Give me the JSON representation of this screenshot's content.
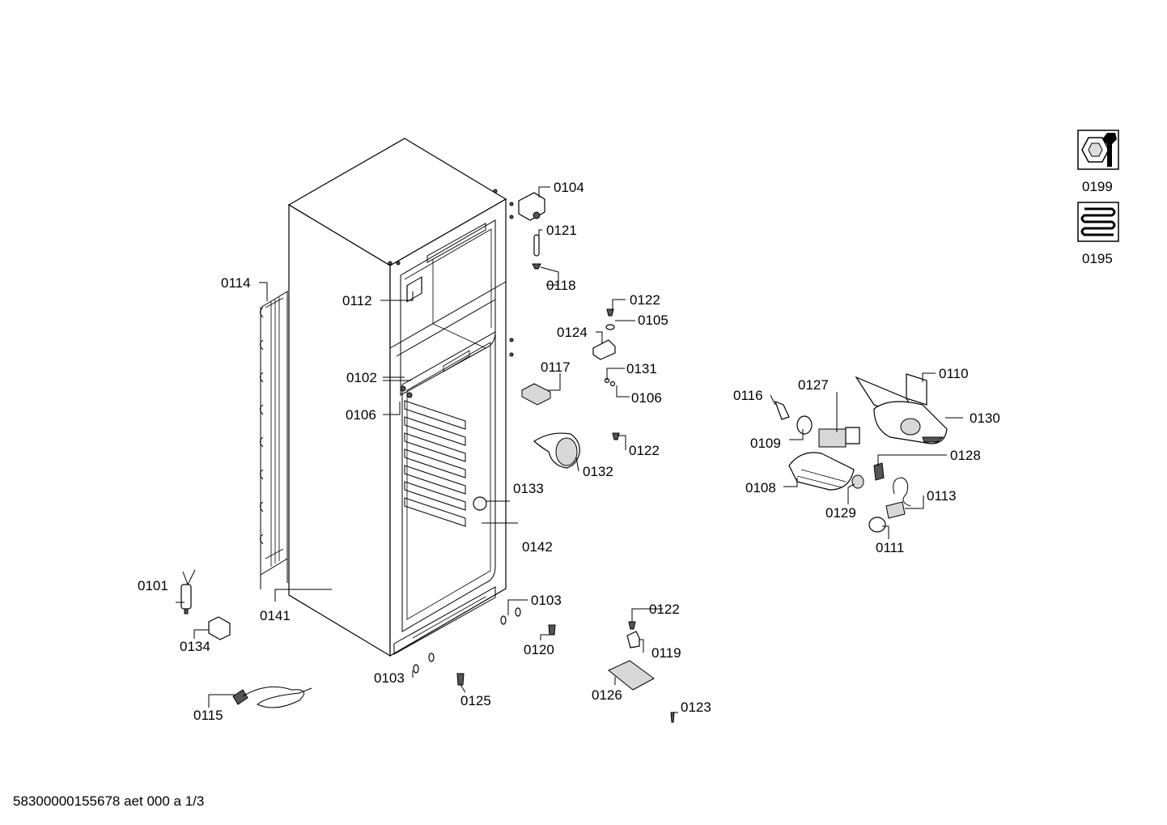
{
  "footer": "58300000155678 aet 000 a 1/3",
  "tools": [
    {
      "label": "0199",
      "icon": "nut-wrench-icon"
    },
    {
      "label": "0195",
      "icon": "heating-coil-icon"
    }
  ],
  "parts": {
    "p0104": "0104",
    "p0121": "0121",
    "p0118": "0118",
    "p0114": "0114",
    "p0112": "0112",
    "p0122a": "0122",
    "p0105": "0105",
    "p0124": "0124",
    "p0117": "0117",
    "p0131": "0131",
    "p0102": "0102",
    "p0106a": "0106",
    "p0106b": "0106",
    "p0132": "0132",
    "p0122b": "0122",
    "p0133": "0133",
    "p0142": "0142",
    "p0101": "0101",
    "p0141": "0141",
    "p0134": "0134",
    "p0103a": "0103",
    "p0120": "0120",
    "p0103b": "0103",
    "p0125": "0125",
    "p0122c": "0122",
    "p0119": "0119",
    "p0126": "0126",
    "p0123": "0123",
    "p0115": "0115",
    "p0116": "0116",
    "p0127": "0127",
    "p0110": "0110",
    "p0130": "0130",
    "p0109": "0109",
    "p0128": "0128",
    "p0108": "0108",
    "p0129": "0129",
    "p0113": "0113",
    "p0111": "0111"
  }
}
